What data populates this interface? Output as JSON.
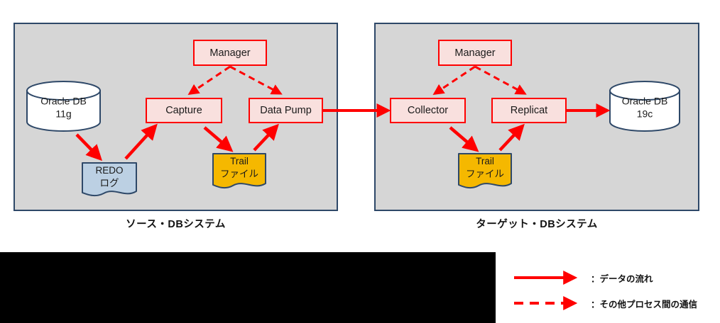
{
  "diagram": {
    "title": "Oracle GoldenGate replication flow",
    "colors": {
      "panel_fill": "#d6d6d6",
      "panel_border": "#2e4868",
      "process_fill": "#f9e0de",
      "process_border": "#ff0000",
      "arrow": "#ff0000",
      "db_border": "#2e4868",
      "db_fill": "#ffffff",
      "redo_fill": "#bcd0e3",
      "trail_fill": "#f5b800",
      "band": "#000000"
    },
    "panels": [
      {
        "id": "source",
        "caption": "ソース・DBシステム",
        "nodes": {
          "database": {
            "line1": "Oracle DB",
            "line2": "11g"
          },
          "manager": "Manager",
          "capture": "Capture",
          "data_pump": "Data Pump",
          "redo_log": {
            "line1": "REDO",
            "line2": "ログ"
          },
          "trail_file": {
            "line1": "Trail",
            "line2": "ファイル"
          }
        }
      },
      {
        "id": "target",
        "caption": "ターゲット・DBシステム",
        "nodes": {
          "manager": "Manager",
          "collector": "Collector",
          "replicat": "Replicat",
          "trail_file": {
            "line1": "Trail",
            "line2": "ファイル"
          },
          "database": {
            "line1": "Oracle DB",
            "line2": "19c"
          }
        }
      }
    ],
    "legend": {
      "items": [
        {
          "style": "solid",
          "label": "：データの流れ"
        },
        {
          "style": "dashed",
          "label": "：その他プロセス間の通信"
        }
      ]
    }
  }
}
